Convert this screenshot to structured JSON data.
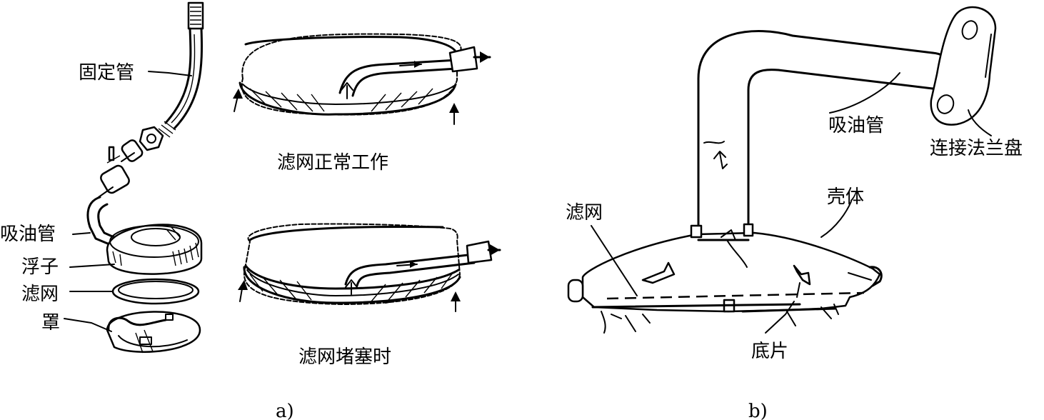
{
  "part_a": {
    "caption": "a)",
    "labels": {
      "fixed_tube": "固定管",
      "suction_tube": "吸油管",
      "float": "浮子",
      "screen": "滤网",
      "cover": "罩"
    },
    "state_normal": "滤网正常工作",
    "state_clogged": "滤网堵塞时"
  },
  "part_b": {
    "caption": "b)",
    "labels": {
      "suction_tube": "吸油管",
      "flange": "连接法兰盘",
      "housing": "壳体",
      "screen": "滤网",
      "base_plate": "底片"
    }
  }
}
